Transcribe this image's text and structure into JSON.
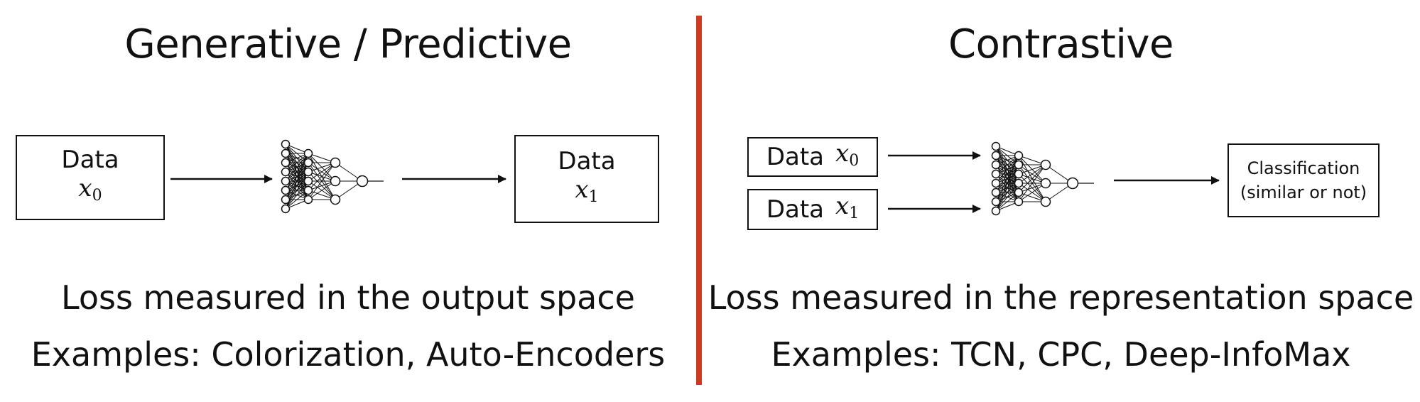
{
  "colors": {
    "divider": "#cc3a22",
    "ink": "#111111"
  },
  "left": {
    "title": "Generative / Predictive",
    "input_box": {
      "label": "Data",
      "var": "x",
      "sub": "0"
    },
    "output_box": {
      "label": "Data",
      "var": "x",
      "sub": "1"
    },
    "caption_line1": "Loss measured in the output space",
    "caption_line2": "Examples: Colorization, Auto-Encoders",
    "network_icon": "neural-network-icon"
  },
  "right": {
    "title": "Contrastive",
    "input_box_top": {
      "label": "Data",
      "var": "x",
      "sub": "0"
    },
    "input_box_bottom": {
      "label": "Data",
      "var": "x",
      "sub": "1"
    },
    "output_line1": "Classification",
    "output_line2": "(similar or not)",
    "caption_line1": "Loss measured in the representation space",
    "caption_line2": "Examples: TCN, CPC, Deep-InfoMax",
    "network_icon": "neural-network-icon"
  }
}
